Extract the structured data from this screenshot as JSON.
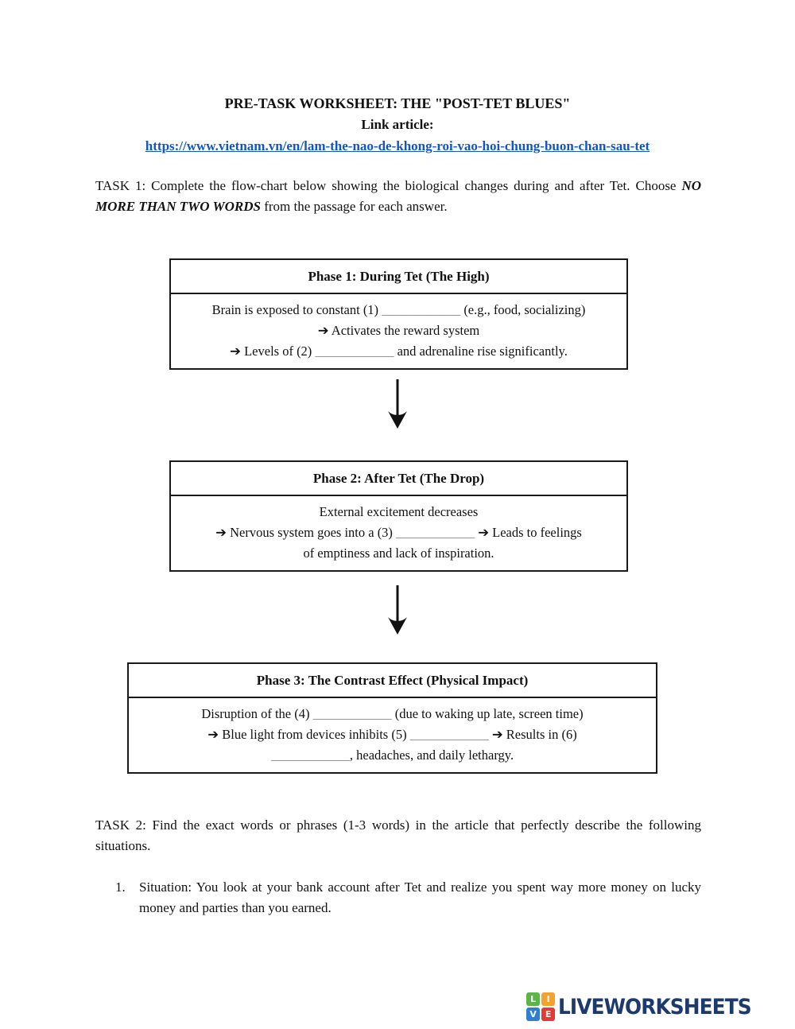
{
  "header": {
    "title": "PRE-TASK WORKSHEET: THE \"POST-TET BLUES\"",
    "link_label": "Link article:",
    "link_url": "https://www.vietnam.vn/en/lam-the-nao-de-khong-roi-vao-hoi-chung-buon-chan-sau-tet"
  },
  "task1": {
    "prefix": "TASK 1: Complete the flow-chart below showing the biological changes during and after Tet. Choose ",
    "emphasis": "NO MORE THAN TWO WORDS",
    "suffix": " from the passage for each answer."
  },
  "flowchart": {
    "boxes": [
      {
        "title": "Phase 1: During Tet (The High)",
        "lines": [
          "Brain is exposed to constant (1) ____________ (e.g., food, socializing)",
          "➔ Activates the reward system",
          "➔ Levels of (2) ____________ and adrenaline rise significantly."
        ]
      },
      {
        "title": "Phase 2: After Tet (The Drop)",
        "lines": [
          "External excitement decreases",
          "➔ Nervous system goes into a (3) ____________ ➔ Leads to feelings",
          "of emptiness and lack of inspiration."
        ]
      },
      {
        "title": "Phase 3: The Contrast Effect (Physical Impact)",
        "lines": [
          "Disruption of the (4) ____________ (due to waking up late, screen time)",
          "➔ Blue light from devices inhibits (5) ____________ ➔ Results in (6)",
          "____________, headaches, and daily lethargy."
        ]
      }
    ]
  },
  "task2": {
    "text": "TASK 2: Find the exact words or phrases (1-3 words) in the article that perfectly describe the following situations.",
    "items": [
      {
        "number": "1.",
        "text": "Situation: You look at your bank account after Tet and realize you spent way more money on lucky money and parties than you earned."
      }
    ]
  },
  "logo": {
    "squares": [
      {
        "letter": "L",
        "color": "#5cb547"
      },
      {
        "letter": "I",
        "color": "#f5a12e"
      },
      {
        "letter": "V",
        "color": "#2e7fd1"
      },
      {
        "letter": "E",
        "color": "#e53935"
      }
    ],
    "wordmark": "LIVEWORKSHEETS"
  },
  "colors": {
    "link": "#1155cc",
    "wordmark": "#1e3a6d",
    "blank_line": "#848484",
    "box_border": "#1a1a1a"
  }
}
